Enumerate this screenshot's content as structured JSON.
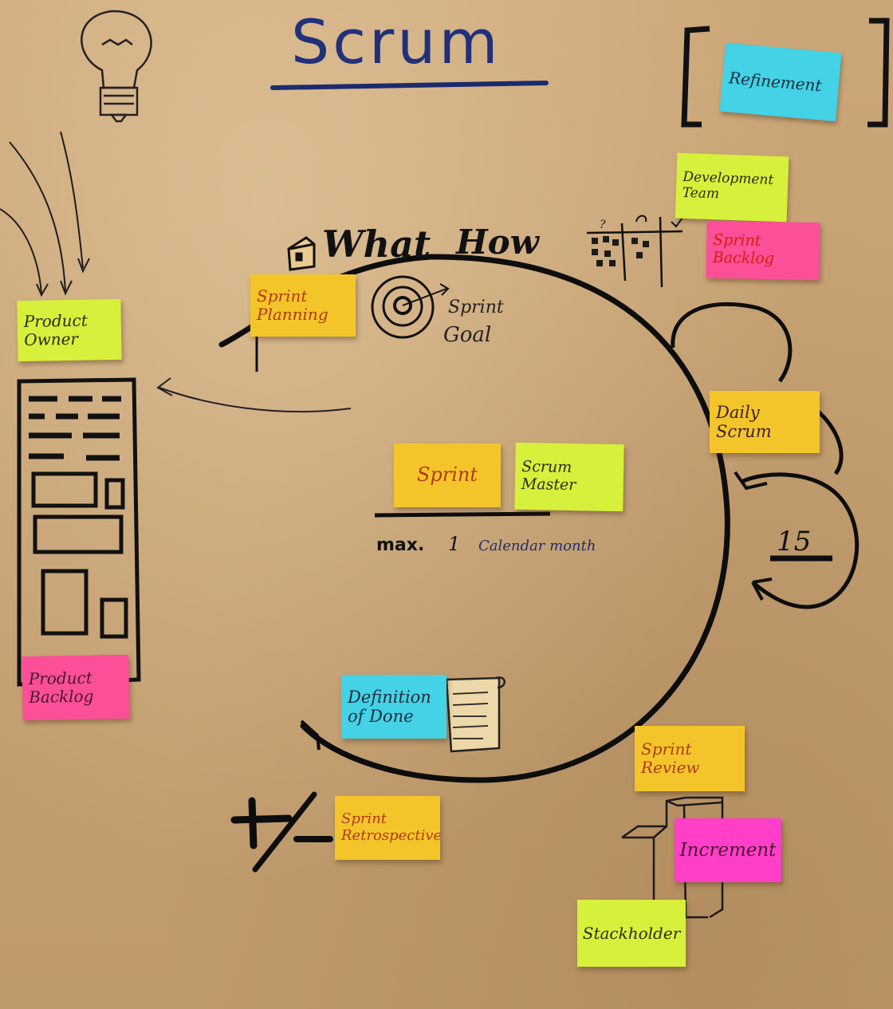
{
  "title": "Scrum",
  "labels": {
    "what": "What",
    "how": "How",
    "sprint_goal_line1": "Sprint",
    "sprint_goal_line2": "Goal",
    "max": "max.",
    "one": "1",
    "calendar_month": "Calendar month",
    "fifteen": "15",
    "plus_minus": "+/−"
  },
  "notes": {
    "refinement": "Refinement",
    "development_team": "Development Team",
    "sprint_backlog": "Sprint Backlog",
    "product_owner": "Product Owner",
    "sprint_planning": "Sprint Planning",
    "daily_scrum": "Daily Scrum",
    "sprint": "Sprint",
    "scrum_master": "Scrum Master",
    "product_backlog": "Product Backlog",
    "definition_of_done": "Definition of Done",
    "sprint_review": "Sprint Review",
    "sprint_retrospective": "Sprint Retrospective",
    "increment": "Increment",
    "stakeholder": "Stackholder"
  },
  "colors": {
    "paper": "#c7a273",
    "ink": "#121212",
    "title_ink": "#21307a",
    "note_yellow": "#f4c52a",
    "note_lime": "#d7f03b",
    "note_pink": "#fb4f98",
    "note_cyan": "#43d2e6",
    "note_magenta": "#ff3fc8"
  },
  "icons": [
    "light-bulb-icon",
    "treasure-chest-icon",
    "target-icon",
    "task-board-icon",
    "scroll-icon",
    "stairs-icon",
    "product-backlog-list-icon"
  ]
}
